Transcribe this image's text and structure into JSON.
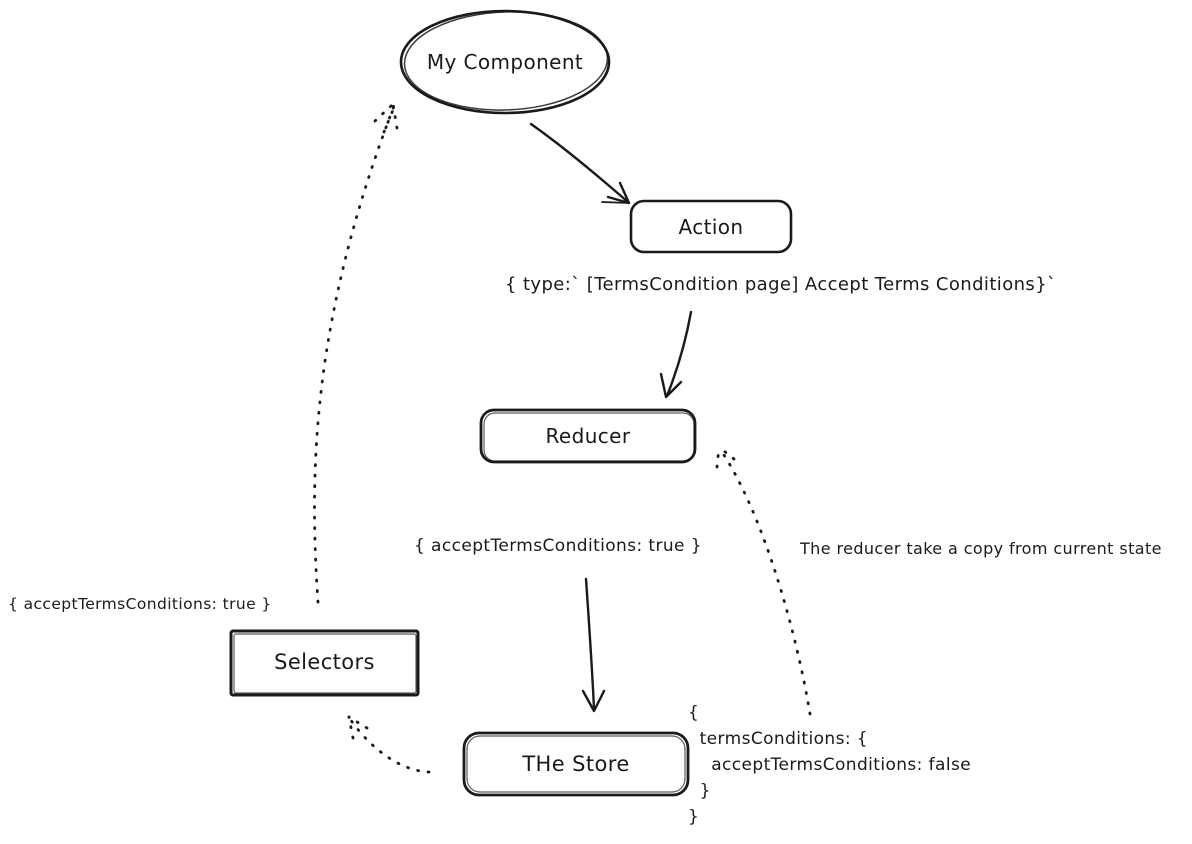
{
  "canvas": {
    "background": "#ffffff",
    "ink_color": "#1a1a1a",
    "style": "hand-drawn-whiteboard"
  },
  "nodes": {
    "component": {
      "label": "My Component",
      "shape": "ellipse"
    },
    "action": {
      "label": "Action",
      "shape": "rounded-rect"
    },
    "reducer": {
      "label": "Reducer",
      "shape": "rounded-rect"
    },
    "selectors": {
      "label": "Selectors",
      "shape": "rect"
    },
    "store": {
      "label": "THe Store",
      "shape": "rounded-rect"
    }
  },
  "annotations": {
    "action_payload": "{ type:` [TermsCondition page] Accept Terms Conditions}`",
    "dispatch_payload": "{ acceptTermsConditions: true }",
    "reducer_note": "The reducer take a copy from current state",
    "selector_output": "{ acceptTermsConditions: true }",
    "store_state": "{\n  termsConditions: {\n    acceptTermsConditions: false\n  }\n}"
  },
  "edges": [
    {
      "name": "component-to-action",
      "style": "solid"
    },
    {
      "name": "action-to-reducer",
      "style": "solid"
    },
    {
      "name": "payload-to-store",
      "style": "solid"
    },
    {
      "name": "store-state-to-reducer",
      "style": "dotted"
    },
    {
      "name": "store-to-selectors",
      "style": "dotted"
    },
    {
      "name": "selectors-to-component",
      "style": "dotted"
    }
  ]
}
